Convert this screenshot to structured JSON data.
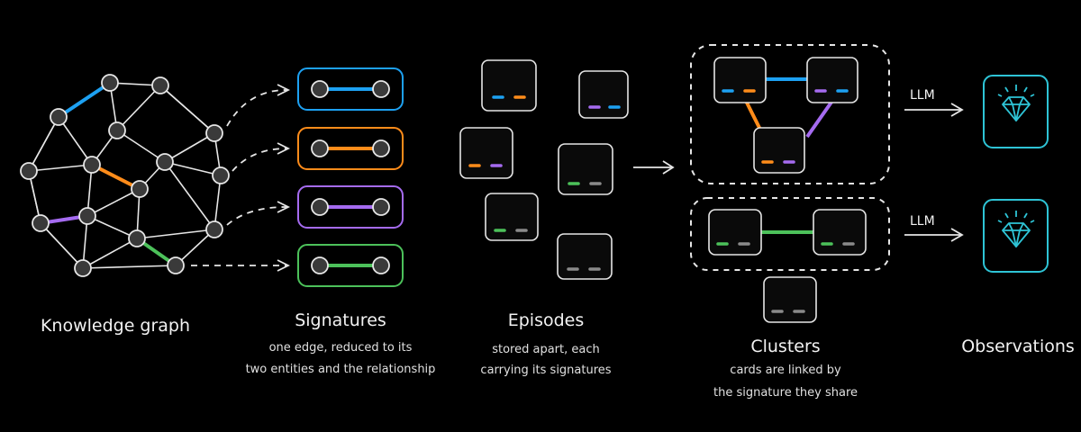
{
  "colors": {
    "background": "#000000",
    "line": "#e6e6e6",
    "node_fill": "#3a3a3a",
    "blue": "#1da1f2",
    "orange": "#ff8c1a",
    "purple": "#a56bf0",
    "green": "#4cc15a",
    "gray": "#8a8a8a",
    "teal": "#2ec4d6"
  },
  "sections": {
    "knowledge_graph": {
      "title": "Knowledge graph"
    },
    "signatures": {
      "title": "Signatures",
      "subtitle_1": "one edge, reduced to its",
      "subtitle_2": "two entities and the relationship"
    },
    "episodes": {
      "title": "Episodes",
      "subtitle_1": "stored apart, each",
      "subtitle_2": "carrying its signatures"
    },
    "clusters": {
      "title": "Clusters",
      "subtitle_1": "cards are linked by",
      "subtitle_2": "the signature they share"
    },
    "observations": {
      "title": "Observations"
    }
  },
  "arrows": {
    "llm_top": "LLM",
    "llm_bottom": "LLM"
  },
  "icons": {
    "observation": "diamond-icon"
  }
}
